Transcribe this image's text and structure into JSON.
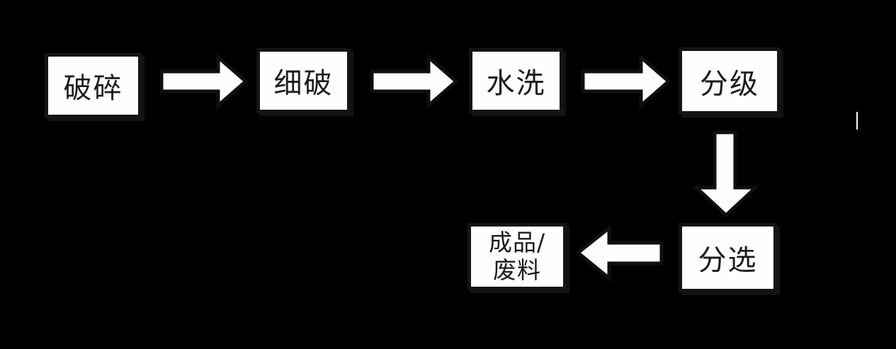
{
  "style": {
    "background": "#000000",
    "box_fill": "#fefefe",
    "box_border": "#141414",
    "text_color": "#1c1c1c",
    "arrow_fill": "#fdfdfd",
    "arrow_outline": "#0f0f0f"
  },
  "flowchart": {
    "nodes": [
      {
        "id": "crush",
        "label": "破碎"
      },
      {
        "id": "fine-crush",
        "label": "细破"
      },
      {
        "id": "wash",
        "label": "水洗"
      },
      {
        "id": "classify",
        "label": "分级"
      },
      {
        "id": "sort",
        "label": "分选"
      },
      {
        "id": "output",
        "label": "成品/废料",
        "label_line1": "成品/",
        "label_line2": "废料"
      }
    ],
    "edges": [
      {
        "from": "crush",
        "to": "fine-crush",
        "direction": "right"
      },
      {
        "from": "fine-crush",
        "to": "wash",
        "direction": "right"
      },
      {
        "from": "wash",
        "to": "classify",
        "direction": "right"
      },
      {
        "from": "classify",
        "to": "sort",
        "direction": "down"
      },
      {
        "from": "sort",
        "to": "output",
        "direction": "left"
      }
    ]
  }
}
